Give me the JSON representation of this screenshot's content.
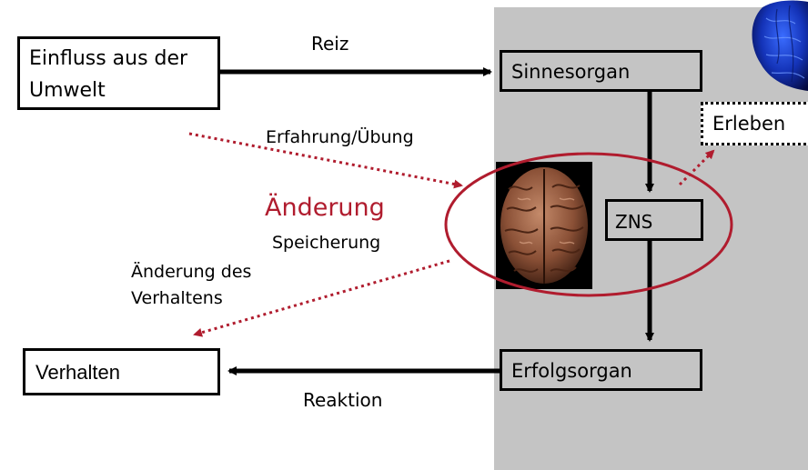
{
  "diagram": {
    "boxes": {
      "einfluss": "Einfluss aus der\nUmwelt",
      "einfluss_line1": "Einfluss aus der",
      "einfluss_line2": "Umwelt",
      "sinnesorgan": "Sinnesorgan",
      "erleben": "Erleben",
      "zns": "ZNS",
      "erfolgsorgan": "Erfolgsorgan",
      "verhalten": "Verhalten"
    },
    "labels": {
      "reiz": "Reiz",
      "erfahrung": "Erfahrung/Übung",
      "aenderung": "Änderung",
      "speicherung": "Speicherung",
      "aenderung_des": "Änderung des",
      "verhaltens": "Verhaltens",
      "reaktion": "Reaktion"
    },
    "colors": {
      "panel": "#c4c4c4",
      "accent_red": "#b01c2e",
      "dotted_red": "#b01c2e",
      "stroke": "#000000"
    },
    "icons": {
      "brain_photo": "brain-photo-icon",
      "blue_brain": "blue-brain-icon"
    }
  }
}
